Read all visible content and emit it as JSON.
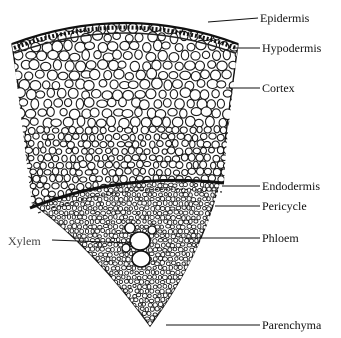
{
  "diagram": {
    "labels": {
      "epidermis": "Epidermis",
      "hypodermis": "Hypodermis",
      "cortex": "Cortex",
      "endodermis": "Endodermis",
      "pericycle": "Pericycle",
      "xylem": "Xylem",
      "phloem": "Phloem",
      "parenchyma": "Parenchyma"
    }
  }
}
